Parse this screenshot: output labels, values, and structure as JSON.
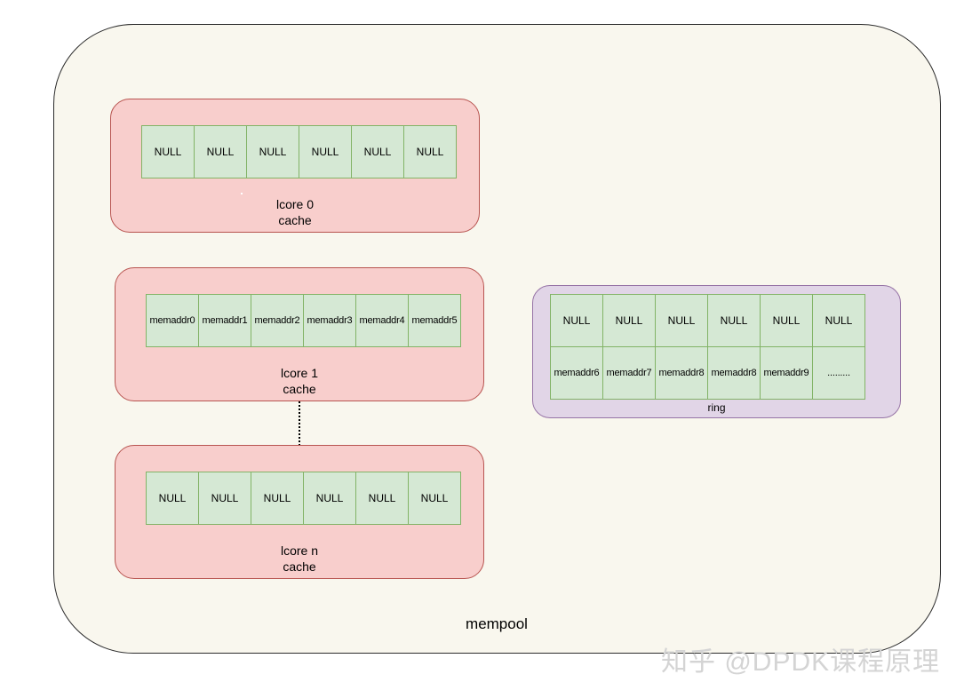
{
  "mempool": {
    "label": "mempool"
  },
  "caches": [
    {
      "label": "lcore 0\ncache",
      "cells": [
        "NULL",
        "NULL",
        "NULL",
        "NULL",
        "NULL",
        "NULL"
      ]
    },
    {
      "label": "lcore 1\ncache",
      "cells": [
        "memaddr0",
        "memaddr1",
        "memaddr2",
        "memaddr3",
        "memaddr4",
        "memaddr5"
      ]
    },
    {
      "label": "lcore n\ncache",
      "cells": [
        "NULL",
        "NULL",
        "NULL",
        "NULL",
        "NULL",
        "NULL"
      ]
    }
  ],
  "ring": {
    "label": "ring",
    "row1": [
      "NULL",
      "NULL",
      "NULL",
      "NULL",
      "NULL",
      "NULL"
    ],
    "row2": [
      "memaddr6",
      "memaddr7",
      "memaddr8",
      "memaddr8",
      "memaddr9",
      "........."
    ]
  },
  "watermark": "知乎 @DPDK课程原理",
  "colors": {
    "mempool_fill": "#f9f7ee",
    "cache_fill": "#f8cecc",
    "cache_border": "#b85450",
    "cell_fill": "#d5e8d4",
    "cell_border": "#82b366",
    "ring_fill": "#e1d5e7",
    "ring_border": "#9673a6"
  }
}
